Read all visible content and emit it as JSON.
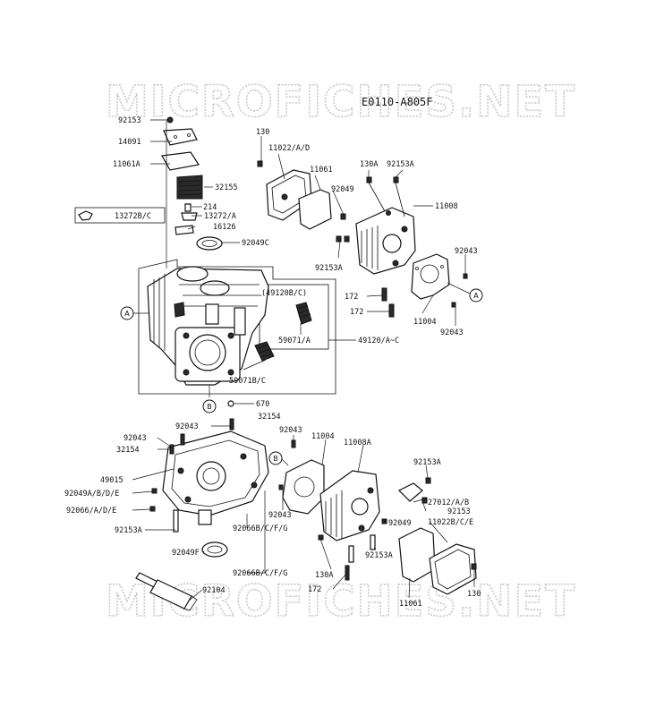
{
  "diagram_code": "E0110-A805F",
  "watermark": "MICROFICHES.NET",
  "reference_markers": [
    "A",
    "B"
  ],
  "part_labels": [
    "92153",
    "14091",
    "11061A",
    "32155",
    "214",
    "13272/A",
    "13272B/C",
    "16126",
    "92049C",
    "130",
    "11022/A/D",
    "11061",
    "130A",
    "92153A",
    "92049",
    "11008",
    "92043",
    "172",
    "11004",
    "(49120B/C)",
    "59071/A",
    "49120/A~C",
    "59071B/C",
    "670",
    "32154",
    "49015",
    "92049A/B/D/E",
    "92066/A/D/E",
    "92049F",
    "92066B/C/F/G",
    "92104",
    "11008A",
    "27012/A/B",
    "11022B/C/E"
  ]
}
